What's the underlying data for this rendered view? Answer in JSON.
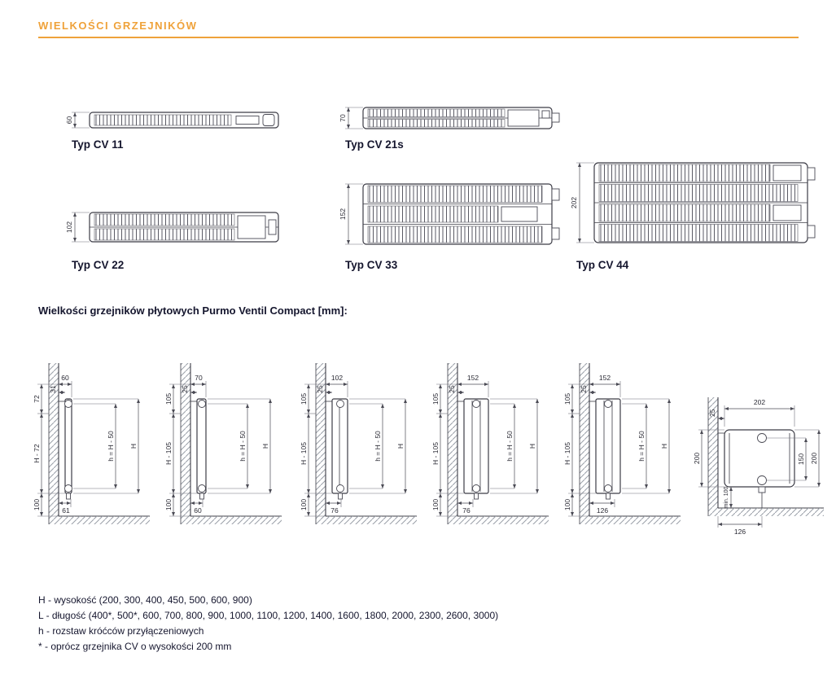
{
  "header": {
    "title": "WIELKOŚCI GRZEJNIKÓW"
  },
  "colors": {
    "accent": "#EFA23A",
    "ink": "#15162E"
  },
  "types": [
    {
      "label": "Typ CV 11",
      "depth": "60"
    },
    {
      "label": "Typ CV 21s",
      "depth": "70"
    },
    {
      "label": "Typ CV 22",
      "depth": "102"
    },
    {
      "label": "Typ CV 33",
      "depth": "152"
    },
    {
      "label": "Typ CV 44",
      "depth": "202"
    }
  ],
  "section_title": "Wielkości grzejników płytowych Purmo Ventil Compact [mm]:",
  "side_views": [
    {
      "depth": "60",
      "wall_offset": "31",
      "top_segment": "72",
      "body_segment": "H - 72",
      "floor_clearance": "100",
      "pipe_spacing": "h = H - 50",
      "height": "H",
      "bottom_width": "61"
    },
    {
      "depth": "70",
      "wall_offset": "25",
      "top_segment": "105",
      "body_segment": "H - 105",
      "floor_clearance": "100",
      "pipe_spacing": "h = H - 50",
      "height": "H",
      "bottom_width": "60"
    },
    {
      "depth": "102",
      "wall_offset": "25",
      "top_segment": "105",
      "body_segment": "H - 105",
      "floor_clearance": "100",
      "pipe_spacing": "h = H - 50",
      "height": "H",
      "bottom_width": "76"
    },
    {
      "depth": "152",
      "wall_offset": "25",
      "top_segment": "105",
      "body_segment": "H - 105",
      "floor_clearance": "100",
      "pipe_spacing": "h = H - 50",
      "height": "H",
      "bottom_width": "76"
    },
    {
      "depth": "152",
      "wall_offset": "25",
      "top_segment": "105",
      "body_segment": "H - 105",
      "floor_clearance": "100",
      "pipe_spacing": "h = H - 50",
      "height": "H",
      "bottom_width": "126"
    }
  ],
  "detail": {
    "depth": "202",
    "wall_offset": "25",
    "height_left": "200",
    "pipe_spacing": "150",
    "height_right": "200",
    "floor_clearance": "min. 100",
    "bottom_width": "126"
  },
  "legend": {
    "line1": "H - wysokość (200, 300, 400, 450, 500, 600, 900)",
    "line2": "L - długość (400*, 500*, 600, 700, 800, 900, 1000, 1100, 1200, 1400, 1600, 1800, 2000, 2300, 2600, 3000)",
    "line3": "h - rozstaw króćców przyłączeniowych",
    "line4": "* - oprócz grzejnika CV o wysokości 200 mm"
  }
}
